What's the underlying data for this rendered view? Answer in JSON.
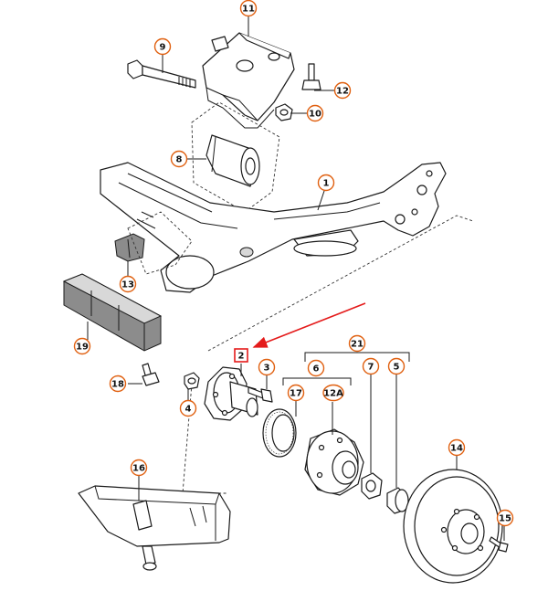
{
  "diagram": {
    "callouts": [
      {
        "id": "c11",
        "label": "11"
      },
      {
        "id": "c9",
        "label": "9"
      },
      {
        "id": "c12",
        "label": "12"
      },
      {
        "id": "c10",
        "label": "10"
      },
      {
        "id": "c8",
        "label": "8"
      },
      {
        "id": "c1",
        "label": "1"
      },
      {
        "id": "c13",
        "label": "13"
      },
      {
        "id": "c19",
        "label": "19"
      },
      {
        "id": "c18",
        "label": "18"
      },
      {
        "id": "c2",
        "label": "2"
      },
      {
        "id": "c3",
        "label": "3"
      },
      {
        "id": "c4",
        "label": "4"
      },
      {
        "id": "c6",
        "label": "6"
      },
      {
        "id": "c17",
        "label": "17"
      },
      {
        "id": "c12A",
        "label": "12A"
      },
      {
        "id": "c21",
        "label": "21"
      },
      {
        "id": "c7",
        "label": "7"
      },
      {
        "id": "c5",
        "label": "5"
      },
      {
        "id": "c14",
        "label": "14"
      },
      {
        "id": "c15",
        "label": "15"
      },
      {
        "id": "c16",
        "label": "16"
      }
    ],
    "highlight_color": "#e41b1b",
    "callout_ring_color": "#e06010",
    "highlighted_callout": "2"
  }
}
